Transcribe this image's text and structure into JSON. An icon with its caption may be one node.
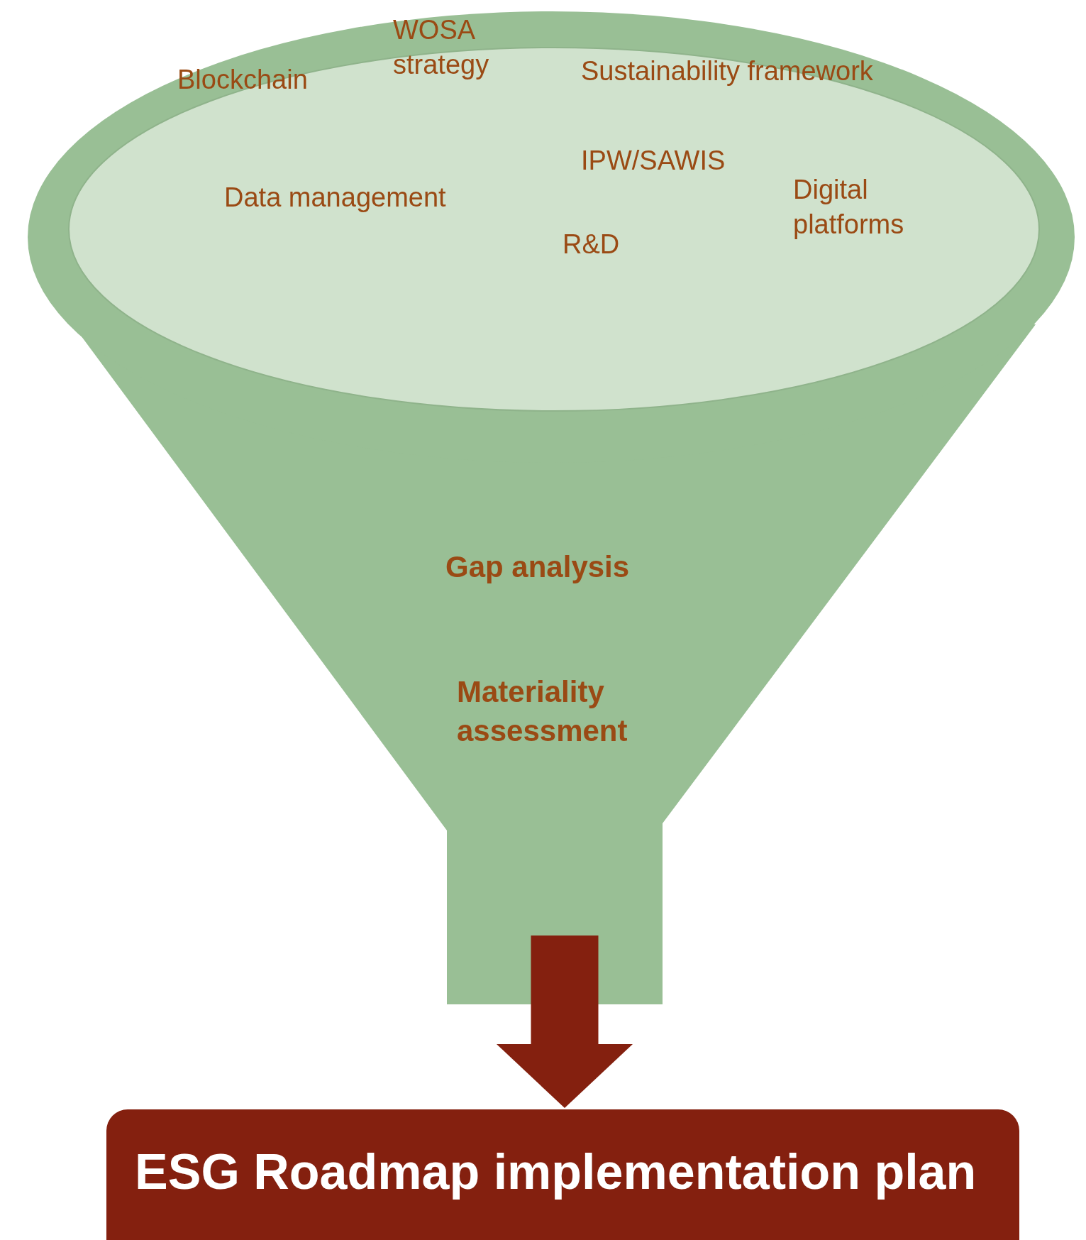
{
  "diagram": {
    "nodes": [
      {
        "text": [
          "Blockchain",
          "WOSA strategy",
          "Sustainability framework",
          "IPW/SAWIS",
          "Data management",
          "Digital platforms",
          "R&D",
          "Gap analysis",
          "Materiality assessment"
        ]
      },
      {
        "text": [
          "ESG Roadmap implementation plan"
        ]
      }
    ],
    "edges": [
      {
        "from": 0,
        "to": 1,
        "arrow": "to",
        "color": "#84200f"
      }
    ]
  }
}
